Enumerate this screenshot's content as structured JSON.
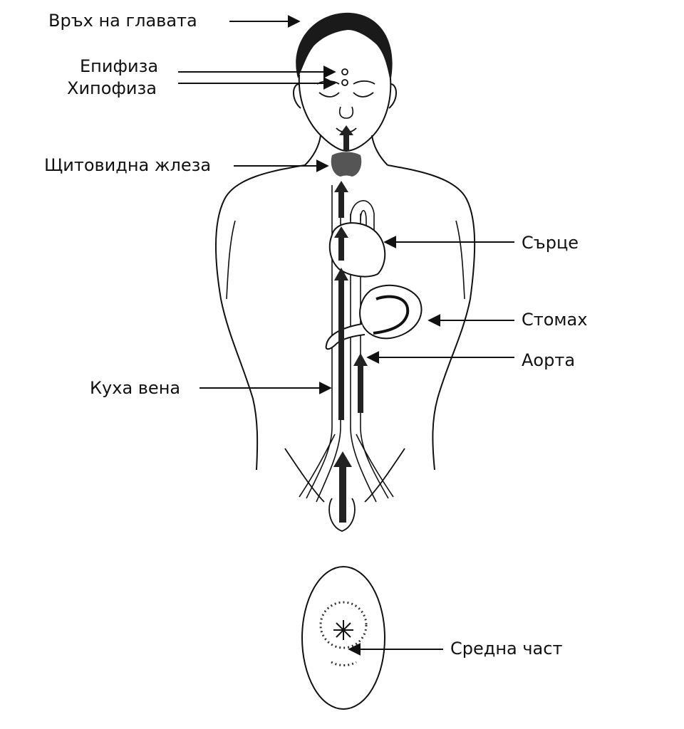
{
  "labels": {
    "crown": "Връх на главата",
    "pineal": "Епифиза",
    "pituitary": "Хипофиза",
    "thyroid": "Щитовидна жлеза",
    "heart": "Сърце",
    "stomach": "Стомах",
    "aorta": "Аорта",
    "vena_cava": "Куха вена",
    "center": "Средна част"
  },
  "colors": {
    "line": "#111111",
    "arrow": "#222222",
    "thyroid": "#555555"
  }
}
